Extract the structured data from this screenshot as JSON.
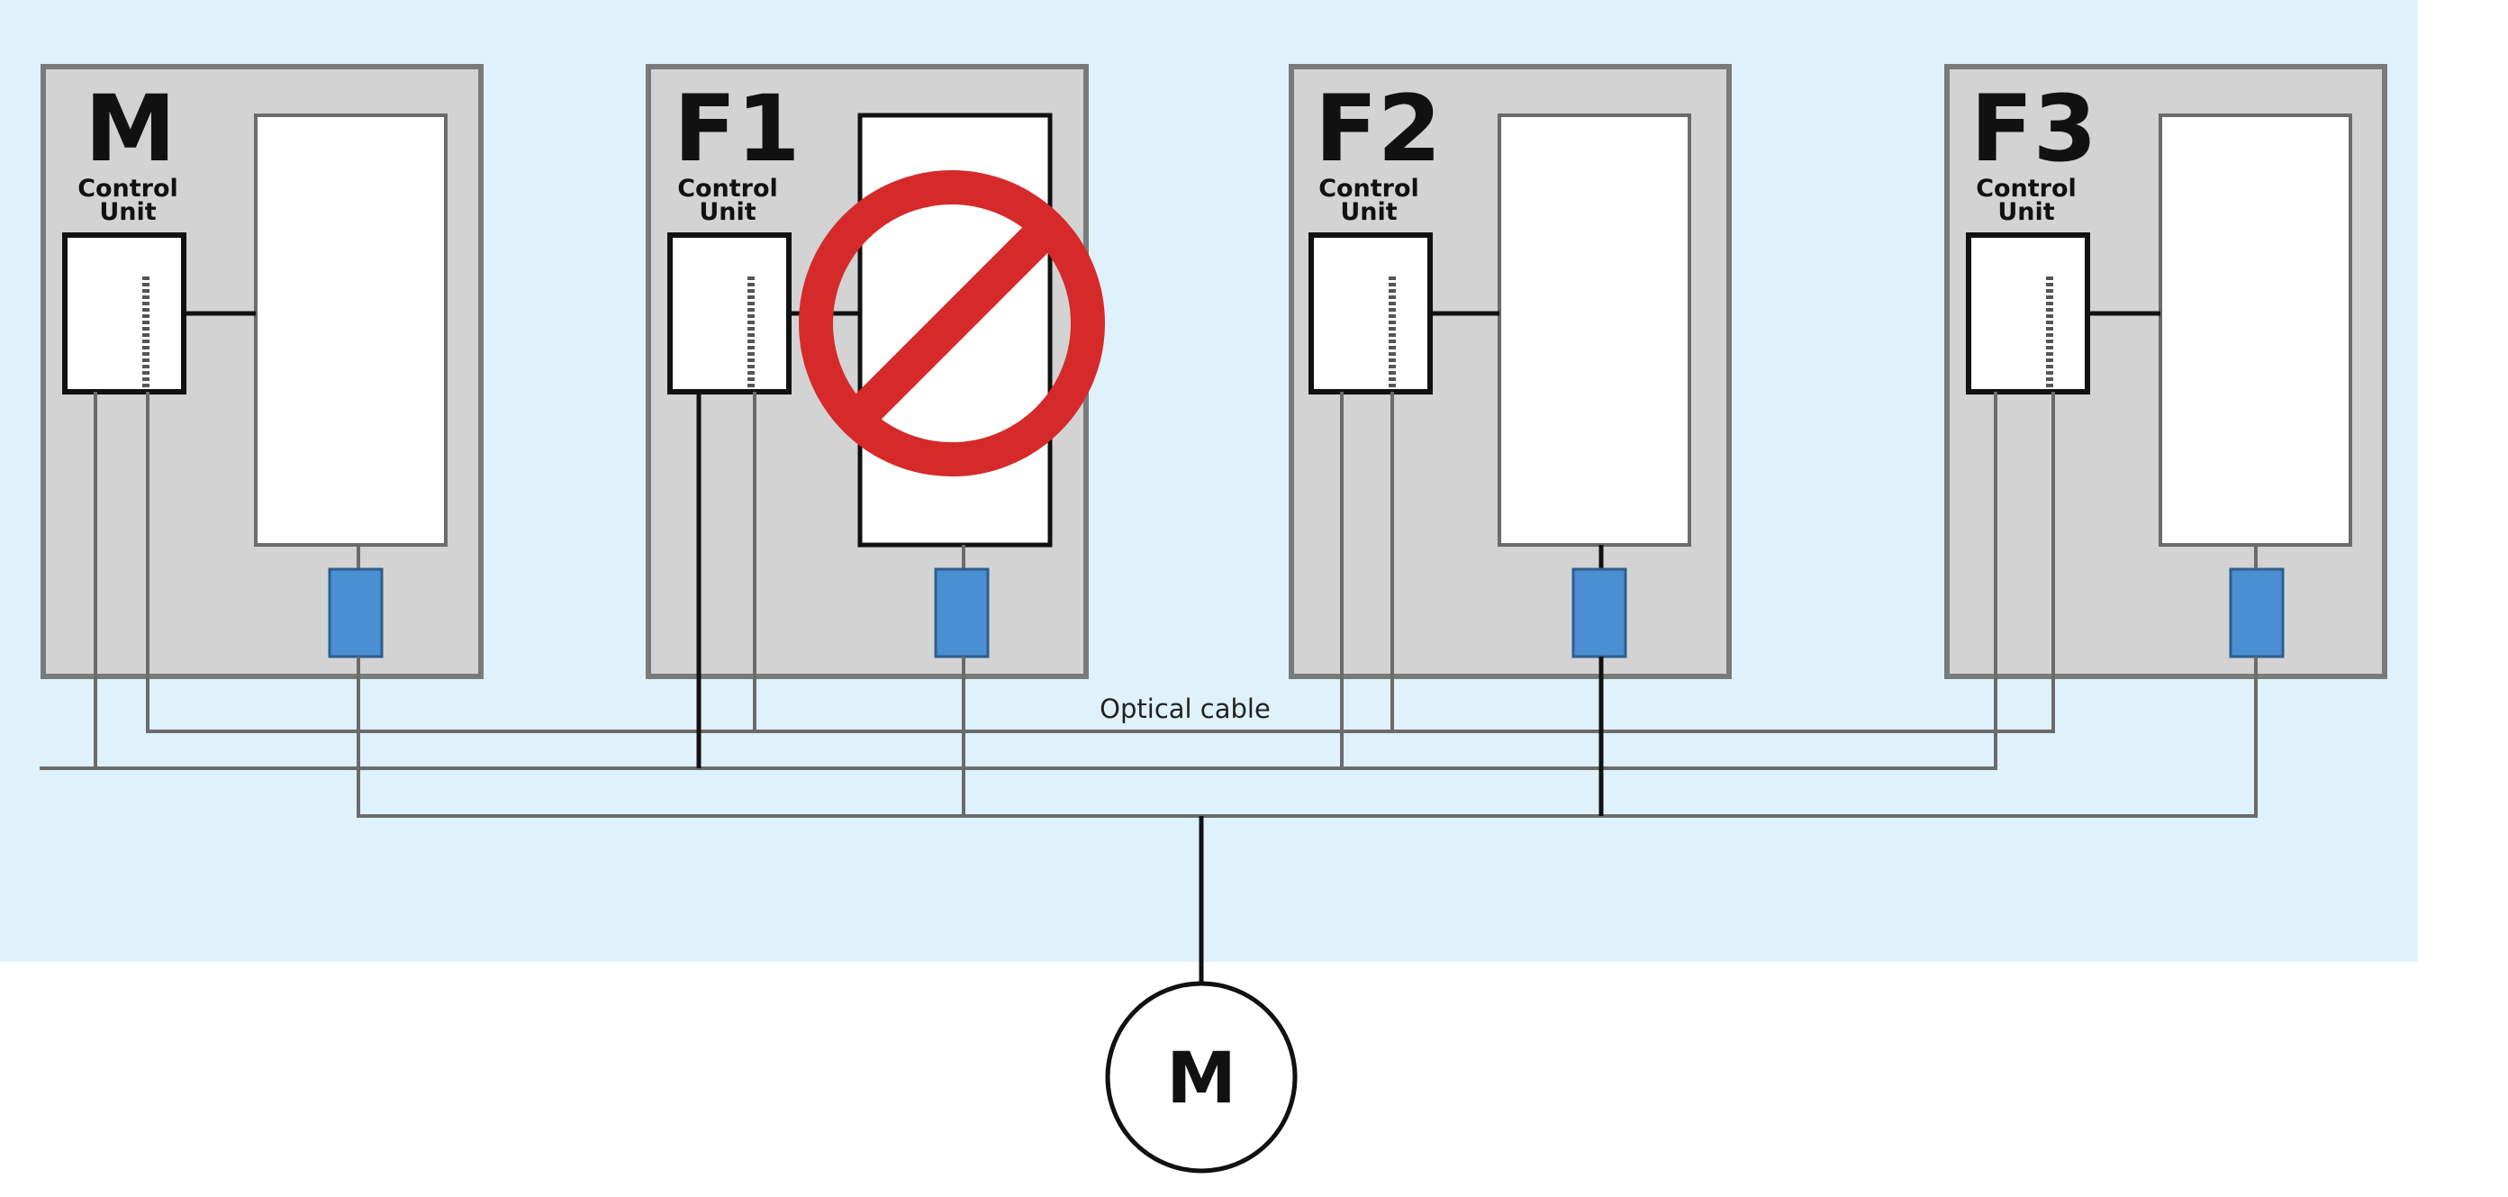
{
  "colors": {
    "background_panel": "#dff2fb",
    "cabinet_fill": "#d3d3d3",
    "cabinet_border": "#7a7a7a",
    "module_fill": "#ffffff",
    "connector_fill": "#4a8fd1",
    "prohibited_sign": "#d62a2a",
    "line_dark": "#111111",
    "line_gray": "#6b6b6b"
  },
  "units": [
    {
      "name": "M",
      "control_label_line1": "Control",
      "control_label_line2": "Unit",
      "disabled": false
    },
    {
      "name": "F1",
      "control_label_line1": "Control",
      "control_label_line2": "Unit",
      "disabled": true
    },
    {
      "name": "F2",
      "control_label_line1": "Control",
      "control_label_line2": "Unit",
      "disabled": false
    },
    {
      "name": "F3",
      "control_label_line1": "Control",
      "control_label_line2": "Unit",
      "disabled": false
    }
  ],
  "cable_label": "Optical cable",
  "motor": {
    "label": "M"
  },
  "icons": {
    "disabled_marker": "prohibited-sign-icon"
  }
}
